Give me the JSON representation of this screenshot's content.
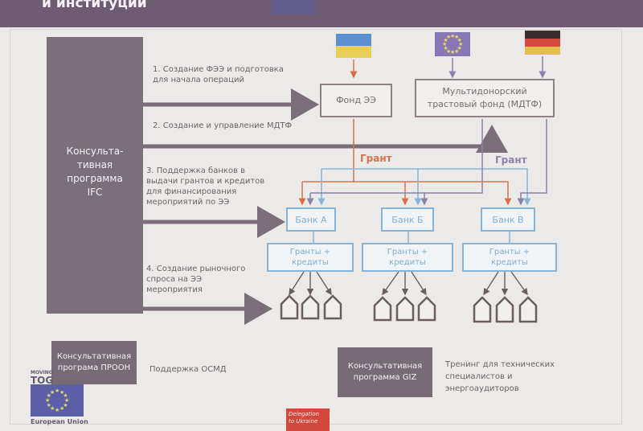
{
  "slide": {
    "title": "и институций"
  },
  "ifc": {
    "label_lines": [
      "Консульта-",
      "тивная",
      "программа",
      "IFC"
    ]
  },
  "steps": [
    [
      "1. Создание ФЭЭ и подготовка",
      "для начала операций"
    ],
    [
      "2. Создание и управление МДТФ"
    ],
    [
      "3. Поддержка банков в",
      "выдачи грантов и кредитов",
      "для финансирования",
      "мероприятий по ЭЭ"
    ],
    [
      "4. Создание рыночного",
      "спроса на ЭЭ",
      "мероприятия"
    ]
  ],
  "nodes": {
    "fund_ee": "Фонд ЭЭ",
    "mdtf_lines": [
      "Мультидонорский",
      "трастовый фонд (МДТФ)"
    ]
  },
  "grant_labels": {
    "orange": "Грант",
    "purple": "Грант"
  },
  "banks": [
    "Банк А",
    "Банк Б",
    "Банк В"
  ],
  "grants_credits": {
    "lines": [
      "Гранты +",
      "кредиты"
    ]
  },
  "bottom": {
    "undp_lines": [
      "Консультативная",
      "програма ПРООН"
    ],
    "undp_caption": "Поддержка ОСМД",
    "giz_lines": [
      "Консультативная",
      "программа GIZ"
    ],
    "giz_caption_lines": [
      "Тренинг для технических",
      "специалистов и",
      "энергоаудиторов"
    ]
  },
  "logos": {
    "moving_lines": [
      "MOVING",
      "TOG"
    ],
    "eu_caption": "European Union",
    "delegation_lines": [
      "Delegation",
      "to Ukraine"
    ]
  },
  "colors": {
    "slide_bg": "#eceae8",
    "ifc_box": "#7c6f7c",
    "arrow_dark": "#7a6e78",
    "orange_grant": "#d6714a",
    "purple_grant": "#8a82ab",
    "bank_blue": "#85b4d8",
    "house_dark": "#6a5e5e"
  },
  "icons": [
    "flag-ukraine-icon",
    "flag-eu-icon",
    "flag-germany-icon",
    "house-icon",
    "eu-flag-logo-icon"
  ]
}
